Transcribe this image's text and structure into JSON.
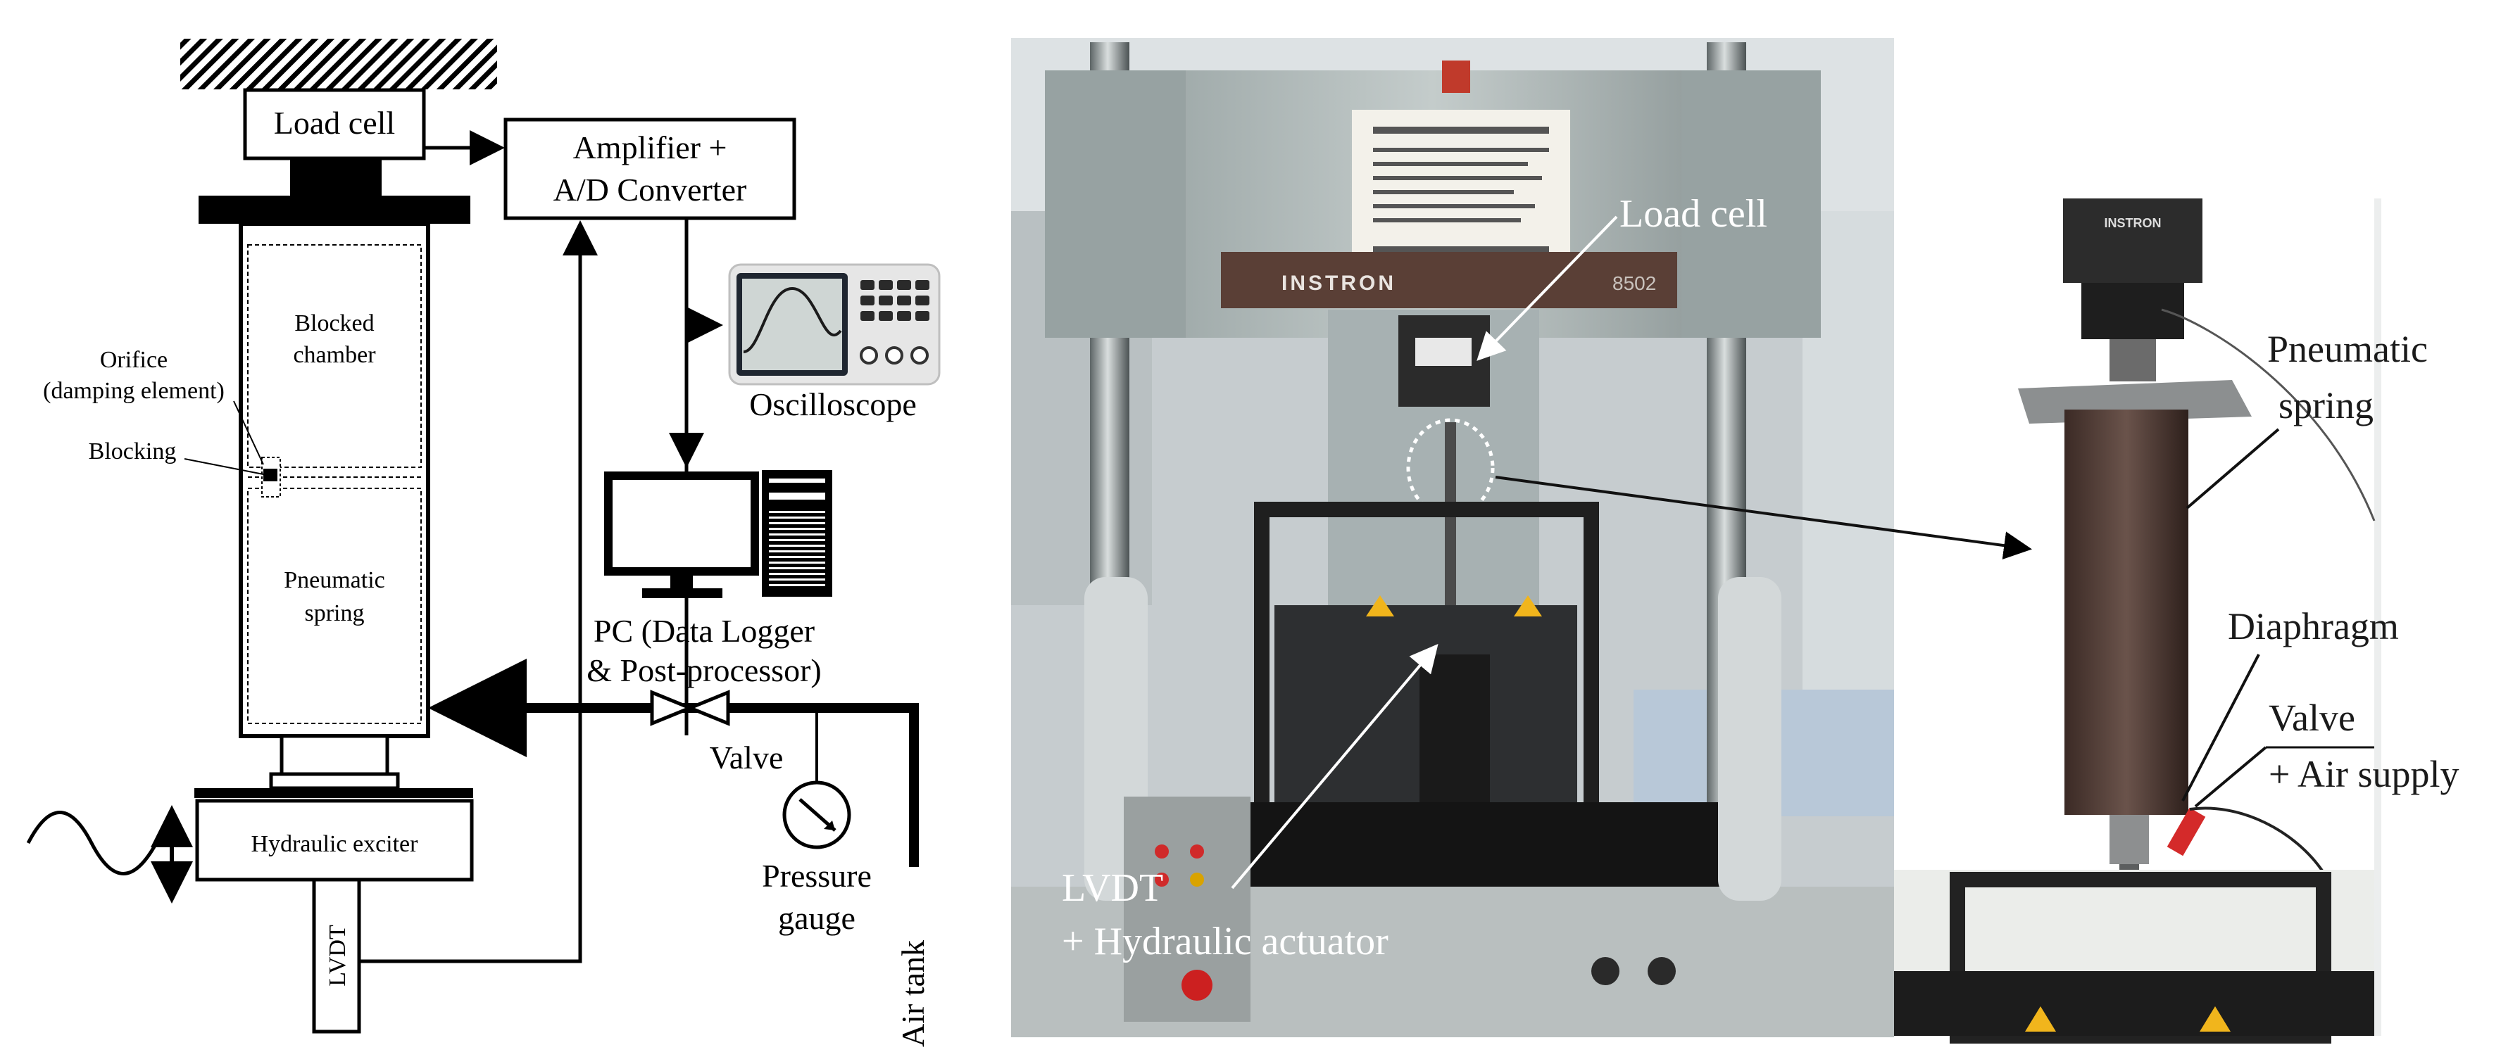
{
  "schematic": {
    "load_cell": "Load cell",
    "amplifier_line1": "Amplifier +",
    "amplifier_line2": "A/D Converter",
    "oscilloscope": "Oscilloscope",
    "pc_line1": "PC (Data Logger",
    "pc_line2": "& Post-processor)",
    "blocked_chamber_line1": "Blocked",
    "blocked_chamber_line2": "chamber",
    "orifice_line1": "Orifice",
    "orifice_line2": "(damping element)",
    "blocking": "Blocking",
    "pneumatic_spring_line1": "Pneumatic",
    "pneumatic_spring_line2": "spring",
    "hydraulic_exciter": "Hydraulic exciter",
    "lvdt": "LVDT",
    "valve": "Valve",
    "pressure_gauge_line1": "Pressure",
    "pressure_gauge_line2": "gauge",
    "air_tank": "Air tank"
  },
  "photo_main": {
    "load_cell": "Load cell",
    "lvdt_line1": "LVDT",
    "lvdt_line2": "+ Hydraulic  actuator",
    "brand": "INSTRON",
    "model": "8502"
  },
  "photo_inset": {
    "brand": "INSTRON",
    "pneumatic_spring_line1": "Pneumatic",
    "pneumatic_spring_line2": "spring",
    "diaphragm": "Diaphragm",
    "valve_line1": "Valve",
    "valve_line2": "+ Air supply"
  }
}
